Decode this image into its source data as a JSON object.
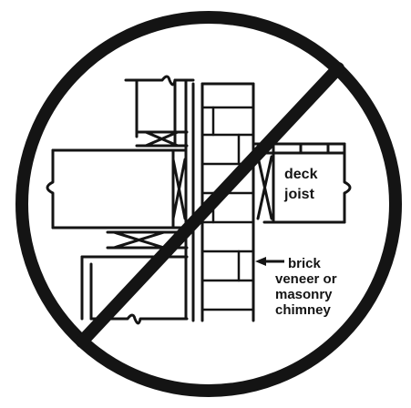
{
  "labels": {
    "deck_joist": [
      "deck",
      "joist"
    ],
    "masonry": [
      "brick",
      "veneer or",
      "masonry",
      "chimney"
    ]
  },
  "symbols": {
    "prohibition": "prohibition-sign-icon"
  },
  "colors": {
    "ink": "#141414",
    "background": "#ffffff"
  }
}
